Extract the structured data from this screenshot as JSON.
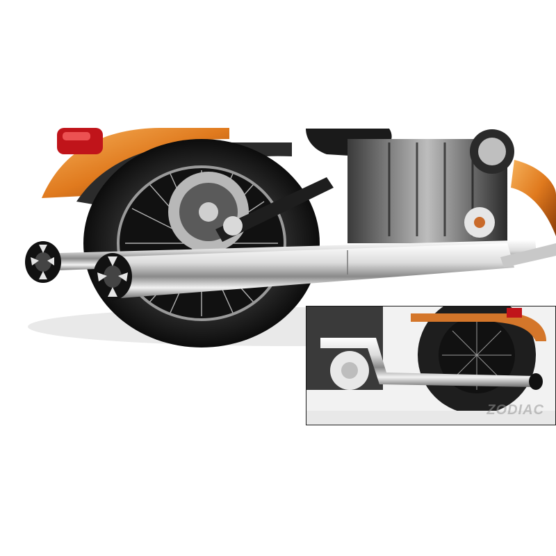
{
  "watermark": {
    "text": "ZODIAC"
  },
  "colors": {
    "background": "#ffffff",
    "paint_orange": "#e07a1e",
    "chrome": "#d9d9d9",
    "tire": "#1c1c1c",
    "tail_light": "#c0141a"
  },
  "main_photo": {
    "subject": "motorcycle-rear-exhaust"
  },
  "inset_photo": {
    "subject": "motorcycle-side-exhaust-detail"
  }
}
